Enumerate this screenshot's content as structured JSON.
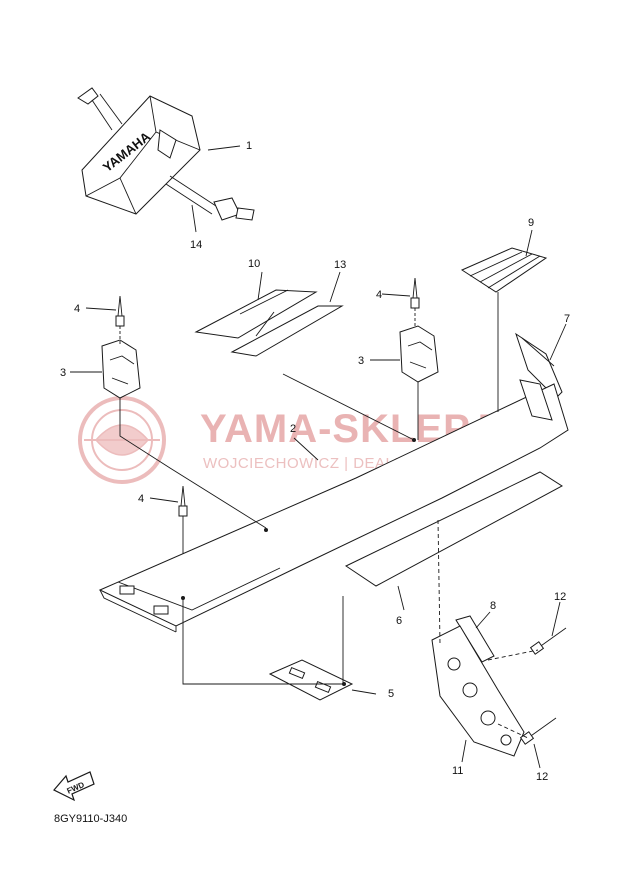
{
  "diagram_code": "8GY9110-J340",
  "watermark": {
    "title": "YAMA-SKLEP.PL",
    "subtitle": "WOJCIECHOWICZ | DEALER YAMAHA"
  },
  "bag_brand": "YAMAHA",
  "fwd_label": "FWD",
  "callouts": [
    "1",
    "2",
    "3",
    "3",
    "4",
    "4",
    "4",
    "5",
    "6",
    "7",
    "8",
    "9",
    "10",
    "11",
    "12",
    "12",
    "13",
    "14"
  ],
  "colors": {
    "line": "#1a1a1a",
    "watermark": "#e9b3b3"
  }
}
